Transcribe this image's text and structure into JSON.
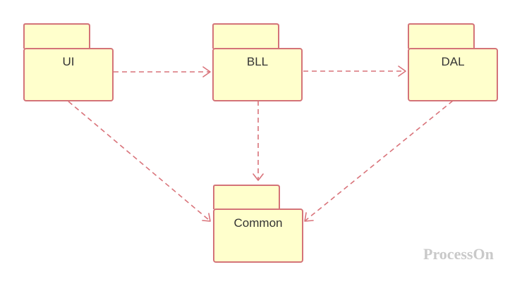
{
  "packages": [
    {
      "id": "ui",
      "label": "UI"
    },
    {
      "id": "bll",
      "label": "BLL"
    },
    {
      "id": "dal",
      "label": "DAL"
    },
    {
      "id": "common",
      "label": "Common"
    }
  ],
  "dependencies": [
    {
      "from": "UI",
      "to": "BLL"
    },
    {
      "from": "BLL",
      "to": "DAL"
    },
    {
      "from": "UI",
      "to": "Common"
    },
    {
      "from": "BLL",
      "to": "Common"
    },
    {
      "from": "DAL",
      "to": "Common"
    }
  ],
  "colors": {
    "package_fill": "#ffffcc",
    "package_stroke": "#d47378",
    "arrow": "#d9737a",
    "watermark": "#c9c9c9"
  },
  "watermark": "ProcessOn"
}
